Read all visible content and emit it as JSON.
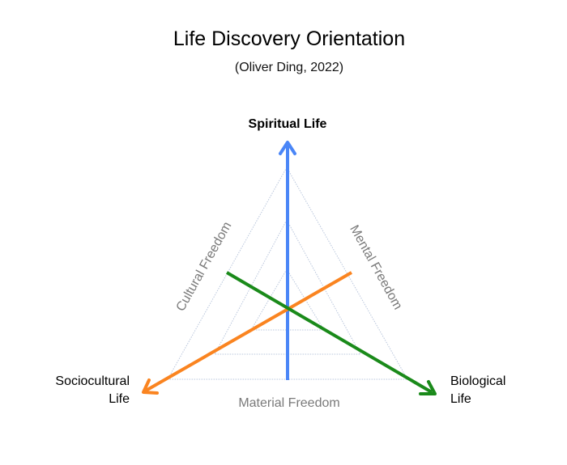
{
  "title": "Life Discovery Orientation",
  "subtitle": "(Oliver Ding, 2022)",
  "poles": {
    "top": "Spiritual Life",
    "left_line1": "Sociocultural",
    "left_line2": "Life",
    "right_line1": "Biological",
    "right_line2": "Life"
  },
  "freedoms": {
    "left": "Cultural Freedom",
    "right": "Mental Freedom",
    "bottom": "Material Freedom"
  },
  "colors": {
    "spiritual_axis": "#4a86f7",
    "sociocultural_axis": "#fa8420",
    "biological_axis": "#1a8a1a",
    "grid": "#b9c6dc"
  }
}
